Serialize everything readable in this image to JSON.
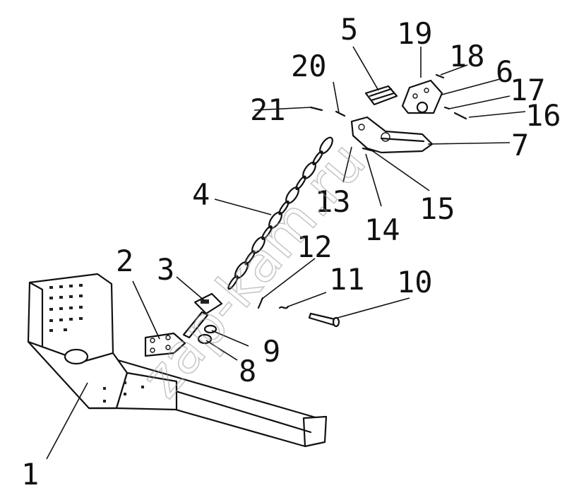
{
  "watermark": "zap-kam.ru",
  "callouts": [
    "1",
    "2",
    "3",
    "4",
    "5",
    "6",
    "7",
    "8",
    "9",
    "10",
    "11",
    "12",
    "13",
    "14",
    "15",
    "16",
    "17",
    "18",
    "19",
    "20",
    "21"
  ]
}
